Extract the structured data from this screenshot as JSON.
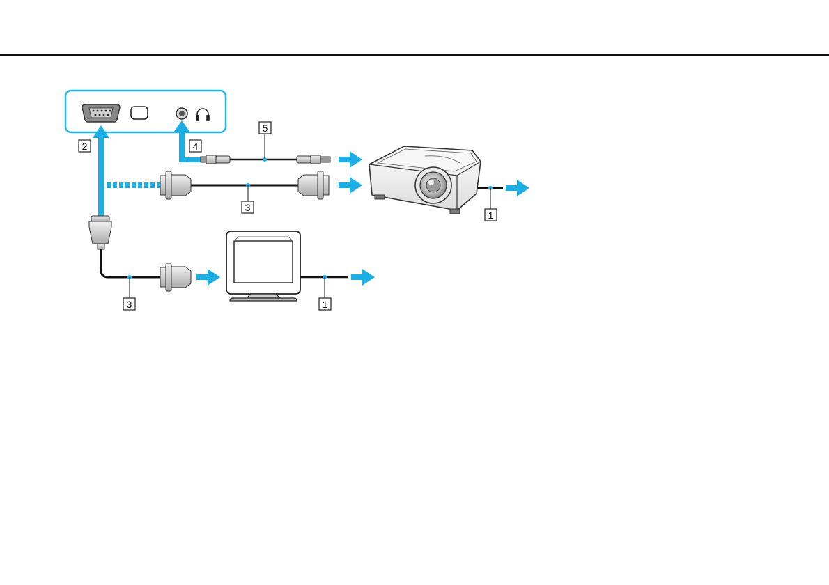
{
  "colors": {
    "accent": "#1eaee6",
    "line": "#111111",
    "panel_border": "#27b4ea"
  },
  "callouts": {
    "c1_projector": "1",
    "c1_monitor": "1",
    "c2": "2",
    "c3_top": "3",
    "c3_bottom": "3",
    "c4": "4",
    "c5": "5"
  },
  "icons": {
    "port_vga": "vga-port-icon",
    "port_hdmi": "display-port-icon",
    "port_audio": "audio-jack-icon",
    "headphones": "headphones-icon",
    "projector": "projector-icon",
    "monitor": "monitor-icon"
  }
}
